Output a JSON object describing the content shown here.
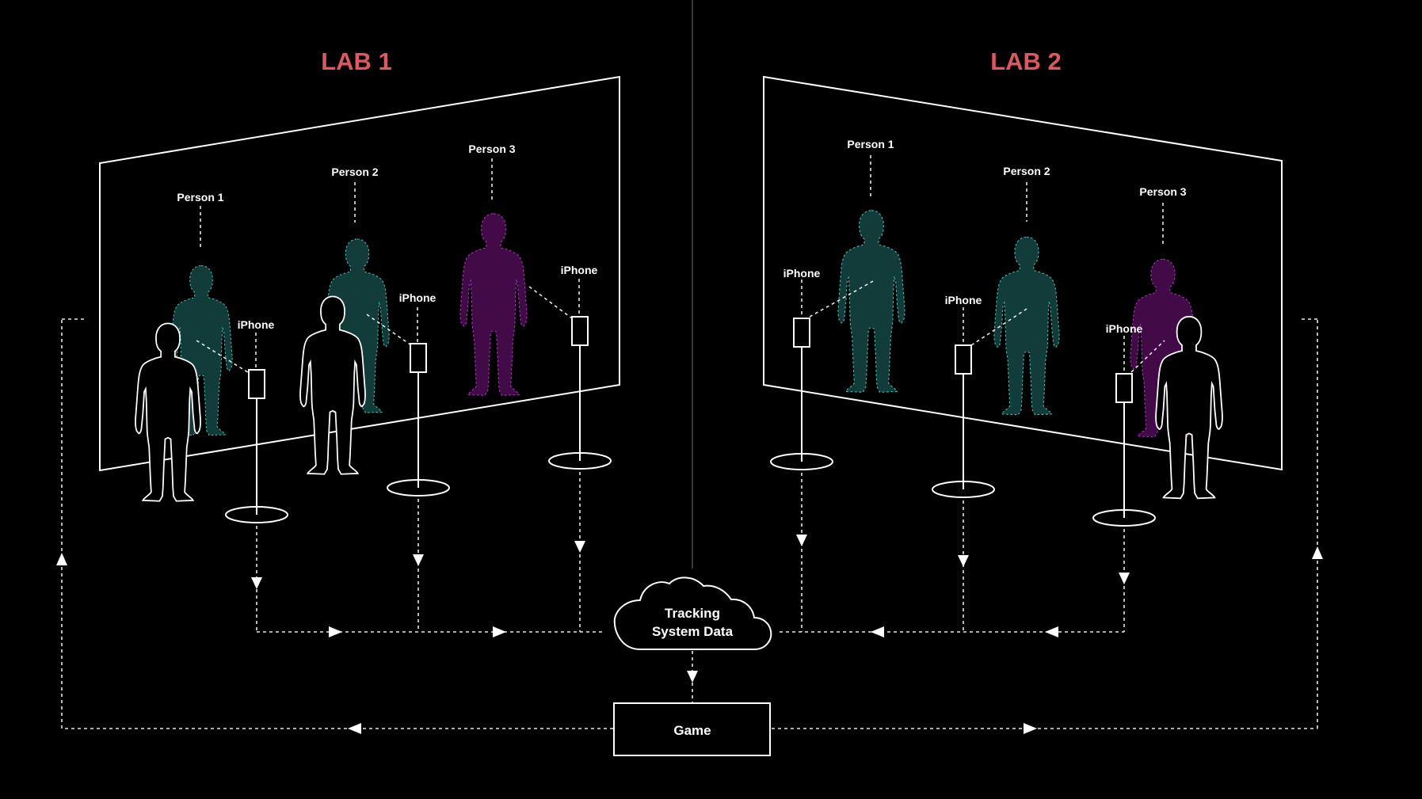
{
  "colors": {
    "background": "#000000",
    "title": "#e0585f",
    "line": "#ffffff",
    "teal_fill": "#113c39",
    "teal_stroke": "#3fc6b4",
    "purple_fill": "#420a46",
    "purple_stroke": "#b132c6"
  },
  "labs": [
    {
      "title": "LAB 1",
      "people": [
        {
          "label": "Person 1",
          "color": "teal"
        },
        {
          "label": "Person 2",
          "color": "teal"
        },
        {
          "label": "Person 3",
          "color": "purple"
        }
      ],
      "iphones": [
        "iPhone",
        "iPhone",
        "iPhone"
      ]
    },
    {
      "title": "LAB 2",
      "people": [
        {
          "label": "Person 1",
          "color": "teal"
        },
        {
          "label": "Person 2",
          "color": "teal"
        },
        {
          "label": "Person 3",
          "color": "purple"
        }
      ],
      "iphones": [
        "iPhone",
        "iPhone",
        "iPhone"
      ]
    }
  ],
  "cloud": {
    "line1": "Tracking",
    "line2": "System Data"
  },
  "game": {
    "label": "Game"
  }
}
